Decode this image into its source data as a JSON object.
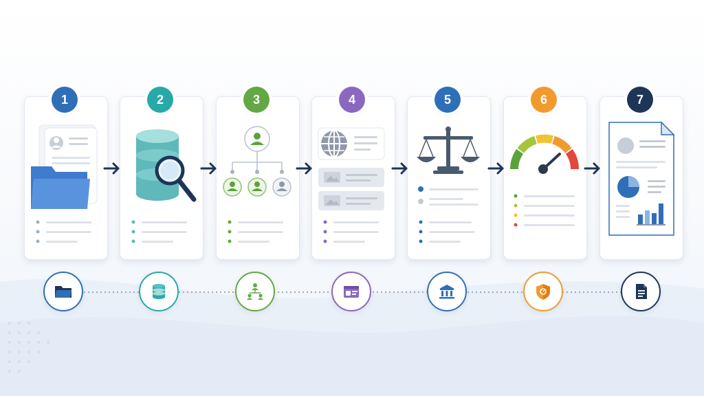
{
  "steps": [
    {
      "number": "1",
      "color": "#2f6fb8",
      "card_icon": "folder-profile-icon",
      "bottom_icon": "folder-icon"
    },
    {
      "number": "2",
      "color": "#27a9a8",
      "card_icon": "database-search-icon",
      "bottom_icon": "database-icon"
    },
    {
      "number": "3",
      "color": "#62a844",
      "card_icon": "org-chart-icon",
      "bottom_icon": "network-people-icon"
    },
    {
      "number": "4",
      "color": "#8b68bf",
      "card_icon": "globe-records-icon",
      "bottom_icon": "id-card-icon"
    },
    {
      "number": "5",
      "color": "#2f6fb8",
      "card_icon": "scales-icon",
      "bottom_icon": "courthouse-icon"
    },
    {
      "number": "6",
      "color": "#f29a2e",
      "card_icon": "risk-gauge-icon",
      "bottom_icon": "shield-icon"
    },
    {
      "number": "7",
      "color": "#1d3557",
      "card_icon": "report-icon",
      "bottom_icon": "document-icon"
    }
  ],
  "colors": {
    "arrow": "#1d3557",
    "connector": "#7f8ea3"
  }
}
